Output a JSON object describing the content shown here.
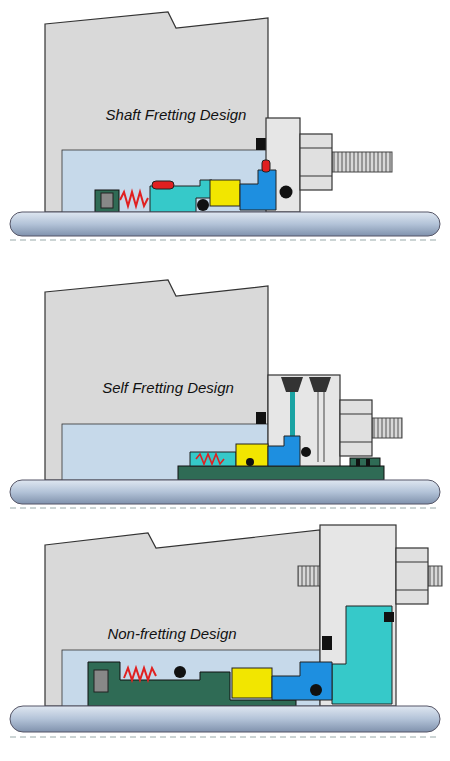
{
  "diagram": {
    "labels": [
      "Shaft Fretting Design",
      "Self Fretting Design",
      "Non-fretting Design"
    ]
  }
}
